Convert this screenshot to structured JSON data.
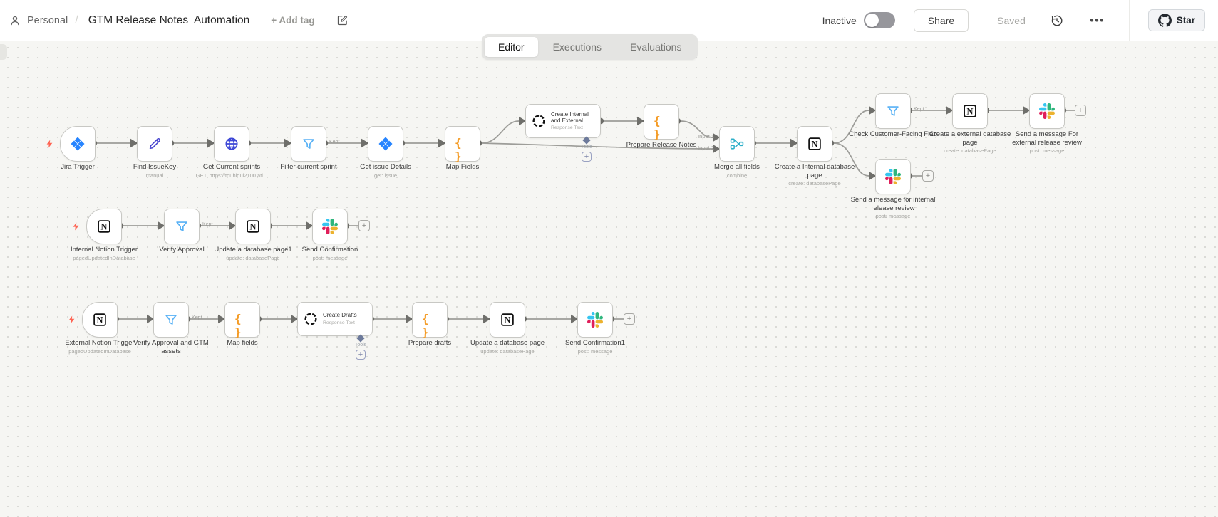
{
  "header": {
    "breadcrumb": {
      "owner": "Personal",
      "separator": "/",
      "title": "GTM Release Notes  Automation"
    },
    "add_tag_label": "+ Add tag",
    "activation_label": "Inactive",
    "share_label": "Share",
    "save_status": "Saved",
    "github_star_label": "Star"
  },
  "tabs": {
    "items": [
      "Editor",
      "Executions",
      "Evaluations"
    ],
    "active": "Editor"
  },
  "canvas": {
    "edge_labels": {
      "kept": "Kept",
      "input_1": "Input 1",
      "input_2": "Input 2",
      "tools": "Tools"
    },
    "nodes": [
      {
        "id": "jira-trigger",
        "icon": "jira",
        "label": "Jira Trigger"
      },
      {
        "id": "find-issuekey",
        "icon": "pencil",
        "label": "Find IssueKey",
        "sub": "manual"
      },
      {
        "id": "get-current-sprints",
        "icon": "globe",
        "label": "Get Current sprints",
        "sub": "GET: https://touhidul2100.atl..."
      },
      {
        "id": "filter-current-sprint",
        "icon": "funnel",
        "label": "Filter current sprint"
      },
      {
        "id": "get-issue-details",
        "icon": "jira",
        "label": "Get issue Details",
        "sub": "get: issue"
      },
      {
        "id": "map-fields",
        "icon": "braces",
        "label": "Map Fields"
      },
      {
        "id": "create-internal-and-external",
        "icon": "openai",
        "title": "Create Internal and External...",
        "subtitle": "Response Text"
      },
      {
        "id": "prepare-release-notes",
        "icon": "braces",
        "label": "Prepare Release Notes"
      },
      {
        "id": "merge-all-fields",
        "icon": "merge",
        "label": "Merge all fields",
        "sub": "combine"
      },
      {
        "id": "create-a-internal-database-page",
        "icon": "notion",
        "label": "Create a Internal database page",
        "sub": "create: databasePage"
      },
      {
        "id": "check-customer-facing-flag",
        "icon": "funnel",
        "label": "Check Customer-Facing Flag"
      },
      {
        "id": "create-a-external-database-page",
        "icon": "notion",
        "label": "Create a external database page",
        "sub": "create: databasePage"
      },
      {
        "id": "send-a-message-for-external-release-review",
        "icon": "slack",
        "label": "Send a message For external release review",
        "sub": "post: message"
      },
      {
        "id": "send-a-message-for-internal-release-review",
        "icon": "slack",
        "label": "Send a message for internal release review",
        "sub": "post: message"
      },
      {
        "id": "internal-notion-trigger",
        "icon": "notion",
        "label": "Internal Notion Trigger",
        "sub": "pagedUpdatedInDatabase"
      },
      {
        "id": "verify-approval",
        "icon": "funnel",
        "label": "Verify Approval"
      },
      {
        "id": "update-a-database-page1",
        "icon": "notion",
        "label": "Update a database page1",
        "sub": "update: databasePage"
      },
      {
        "id": "send-confirmation",
        "icon": "slack",
        "label": "Send Confirmation",
        "sub": "post: message"
      },
      {
        "id": "external-notion-trigger",
        "icon": "notion",
        "label": "External Notion Trigger",
        "sub": "pagedUpdatedInDatabase"
      },
      {
        "id": "verify-approval-and-gtm-assets",
        "icon": "funnel",
        "label": "Verify Approval and GTM assets"
      },
      {
        "id": "map-fields-row3",
        "icon": "braces",
        "label": "Map fields"
      },
      {
        "id": "create-drafts",
        "icon": "openai",
        "title": "Create Drafts",
        "subtitle": "Response Text"
      },
      {
        "id": "prepare-drafts",
        "icon": "braces",
        "label": "Prepare drafts"
      },
      {
        "id": "update-a-database-page",
        "icon": "notion",
        "label": "Update a database page",
        "sub": "update: databasePage"
      },
      {
        "id": "send-confirmation1",
        "icon": "slack",
        "label": "Send Confirmation1",
        "sub": "post: message"
      }
    ]
  }
}
